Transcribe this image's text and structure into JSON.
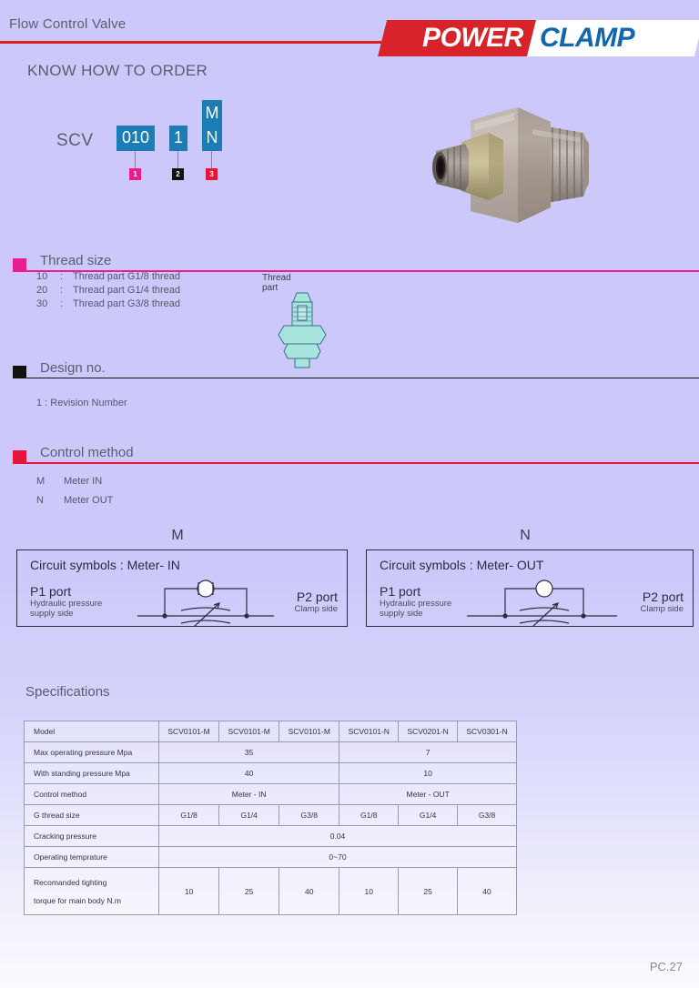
{
  "header": {
    "page_title": "Flow Control Valve",
    "logo_power": "POWER",
    "logo_clamp": "CLAMP",
    "accent_red": "#e02020",
    "logo_red": "#d8232a",
    "logo_blue": "#1266b0"
  },
  "order": {
    "heading": "KNOW HOW TO ORDER",
    "prefix": "SCV",
    "box1": "010",
    "box2": "1",
    "box3_line1": "M",
    "box3_line2": "N",
    "marker1": "1",
    "marker2": "2",
    "marker3": "3",
    "box_color": "#1c7cb5",
    "marker1_color": "#ec1c8e",
    "marker2_color": "#111111",
    "marker3_color": "#e8143c"
  },
  "thread_size": {
    "title": "Thread size",
    "bullet_color": "#ec1c8e",
    "figure_label": "Thread part",
    "options": [
      {
        "code": "10",
        "sep": ":",
        "desc": "Thread part G1/8 thread"
      },
      {
        "code": "20",
        "sep": ":",
        "desc": "Thread part G1/4 thread"
      },
      {
        "code": "30",
        "sep": ":",
        "desc": "Thread part G3/8 thread"
      }
    ]
  },
  "design_no": {
    "title": "Design no.",
    "bullet_color": "#111111",
    "note": "1 : Revision Number"
  },
  "control_method": {
    "title": "Control method",
    "bullet_color": "#e8143c",
    "options": [
      {
        "code": "M",
        "desc": "Meter IN"
      },
      {
        "code": "N",
        "desc": "Meter OUT"
      }
    ]
  },
  "circuits": [
    {
      "label": "M",
      "title": "Circuit symbols : Meter- IN",
      "port_left_name": "P1 port",
      "port_left_sub_1": "Hydraulic pressure",
      "port_left_sub_2": "supply side",
      "port_right_name": "P2 port",
      "port_right_sub": "Clamp side"
    },
    {
      "label": "N",
      "title": "Circuit symbols : Meter- OUT",
      "port_left_name": "P1 port",
      "port_left_sub_1": "Hydraulic pressure",
      "port_left_sub_2": "supply side",
      "port_right_name": "P2 port",
      "port_right_sub": "Clamp side"
    }
  ],
  "specifications": {
    "heading": "Specifications",
    "rows": [
      {
        "label": "Model",
        "cells": [
          "SCV0101-M",
          "SCV0101-M",
          "SCV0101-M",
          "SCV0101-N",
          "SCV0201-N",
          "SCV0301-N"
        ]
      },
      {
        "label": "Max operating pressure Mpa",
        "cells": [
          "35",
          "7"
        ],
        "spans": [
          3,
          3
        ]
      },
      {
        "label": "With standing pressure Mpa",
        "cells": [
          "40",
          "10"
        ],
        "spans": [
          3,
          3
        ]
      },
      {
        "label": "Control method",
        "cells": [
          "Meter - IN",
          "Meter - OUT"
        ],
        "spans": [
          3,
          3
        ]
      },
      {
        "label": "G thread size",
        "cells": [
          "G1/8",
          "G1/4",
          "G3/8",
          "G1/8",
          "G1/4",
          "G3/8"
        ]
      },
      {
        "label": "Cracking pressure",
        "cells": [
          "0.04"
        ],
        "spans": [
          6
        ]
      },
      {
        "label": "Operating temprature",
        "cells": [
          "0~70"
        ],
        "spans": [
          6
        ]
      },
      {
        "label_line1": "Recomanded tighting",
        "label_line2": "torque for main body N.m",
        "cells": [
          "10",
          "25",
          "40",
          "10",
          "25",
          "40"
        ]
      }
    ]
  },
  "footer": {
    "page_number": "PC.27"
  }
}
